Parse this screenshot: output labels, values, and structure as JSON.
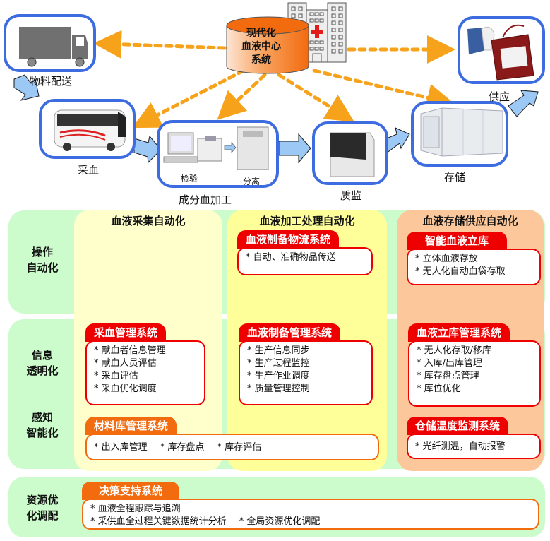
{
  "top_flow": {
    "center": {
      "lines": [
        "现代化",
        "血液中心",
        "系统"
      ]
    },
    "nodes": {
      "logistics": {
        "label": "物料配送",
        "icon": "truck-icon"
      },
      "collection": {
        "label": "采血",
        "icon": "blood-bus-icon"
      },
      "processing": {
        "label": "成分血加工",
        "icon": "lab-equipment-icon",
        "sub_labels": {
          "test": "检验",
          "separate": "分离"
        }
      },
      "qc": {
        "label": "质监",
        "icon": "qc-machine-icon"
      },
      "storage": {
        "label": "存储",
        "icon": "cold-room-icon"
      },
      "supply": {
        "label": "供应",
        "icon": "blood-bag-icon"
      }
    },
    "colors": {
      "node_border": "#3d6be0",
      "flow_arrow": "#9cc8f5",
      "dashed_arrow": "#f7a21b",
      "database": "#f26b0f"
    }
  },
  "matrix": {
    "columns": [
      {
        "title": "血液采集自动化",
        "color": "#ffffcc"
      },
      {
        "title": "血液加工处理自动化",
        "color": "#ffff99"
      },
      {
        "title": "血液存储供应自动化",
        "color": "#fcc79a"
      }
    ],
    "rows": {
      "operation": {
        "lines": [
          "操作",
          "自动化"
        ]
      },
      "info": {
        "lines": [
          "信息",
          "透明化"
        ]
      },
      "sense": {
        "lines": [
          "感知",
          "智能化"
        ]
      },
      "resource": {
        "lines": [
          "资源优",
          "化调配"
        ]
      }
    },
    "systems": {
      "logistics_sys": {
        "title": "血液制备物流系统",
        "items": [
          "* 自动、准确物品传送"
        ]
      },
      "smart_store": {
        "title": "智能血液立库",
        "items": [
          "* 立体血液存放",
          "* 无人化自动血袋存取"
        ]
      },
      "collection_mgmt": {
        "title": "采血管理系统",
        "items": [
          "* 献血者信息管理",
          "* 献血人员评估",
          "* 采血评估",
          "* 采血优化调度"
        ]
      },
      "prep_mgmt": {
        "title": "血液制备管理系统",
        "items": [
          "* 生产信息同步",
          "* 生产过程监控",
          "* 生产作业调度",
          "* 质量管理控制"
        ]
      },
      "store_mgmt": {
        "title": "血液立库管理系统",
        "items": [
          "* 无人化存取/移库",
          "* 入库/出库管理",
          "* 库存盘点管理",
          "* 库位优化"
        ]
      },
      "material_mgmt": {
        "title": "材料库管理系统",
        "items": [
          "* 出入库管理",
          "* 库存盘点",
          "* 库存评估"
        ]
      },
      "temp_monitor": {
        "title": "仓储温度监测系统",
        "items": [
          "* 光纤测温，自动报警"
        ]
      },
      "decision": {
        "title": "决策支持系统",
        "items": [
          "* 血液全程跟踪与追溯",
          "* 采供血全过程关键数据统计分析",
          "* 全局资源优化调配"
        ]
      }
    },
    "colors": {
      "band": "#ccfbcc",
      "red_tab": "#ee0000",
      "orange_tab": "#f26b0f"
    }
  }
}
